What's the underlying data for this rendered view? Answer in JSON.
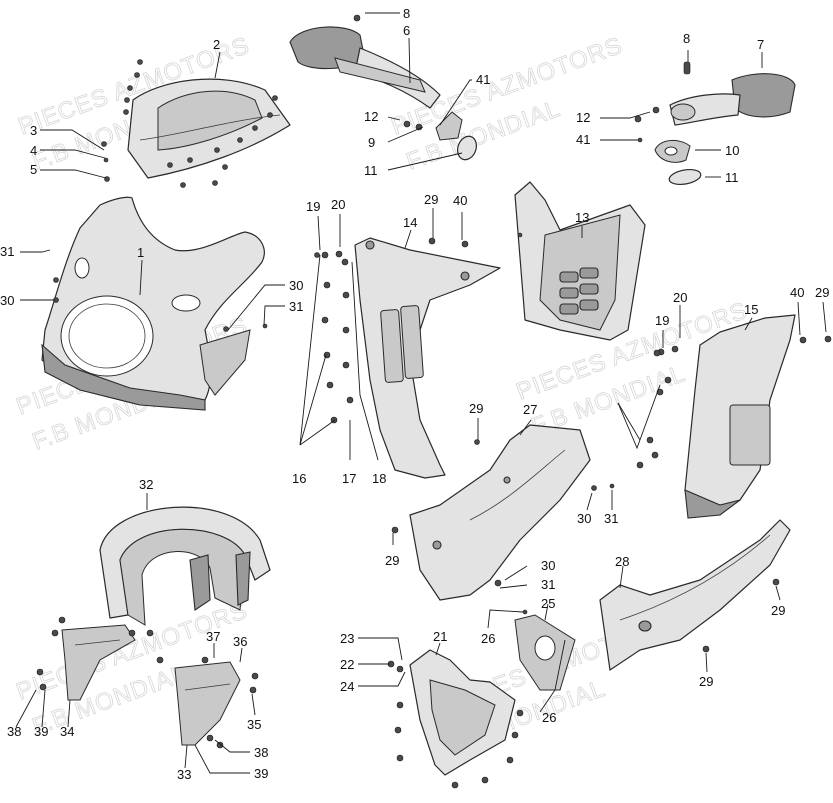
{
  "watermark": {
    "line1": "PIECES AZMOTORS",
    "line2": "F.B MONDIAL"
  },
  "callouts": [
    "1",
    "2",
    "3",
    "4",
    "5",
    "6",
    "7",
    "8",
    "9",
    "10",
    "11",
    "12",
    "13",
    "14",
    "15",
    "16",
    "17",
    "18",
    "19",
    "20",
    "21",
    "22",
    "23",
    "24",
    "25",
    "26",
    "27",
    "28",
    "29",
    "30",
    "31",
    "32",
    "33",
    "34",
    "35",
    "36",
    "37",
    "38",
    "39",
    "40",
    "41"
  ],
  "colors": {
    "part_fill": "#e3e3e3",
    "outline": "#2a2a2a",
    "watermark": "#d6d6d6"
  }
}
